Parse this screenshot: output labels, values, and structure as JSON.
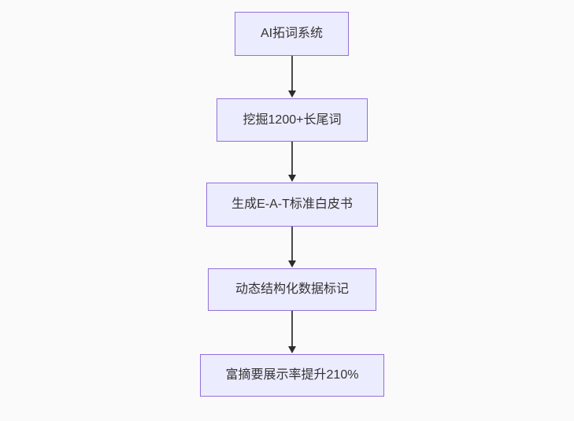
{
  "diagram": {
    "type": "flowchart",
    "direction": "top-down",
    "colors": {
      "background": "#fafafa",
      "node_fill": "#ececff",
      "node_border": "#9370db",
      "node_text": "#333333",
      "edge_line": "#4a4a4a",
      "arrowhead": "#2b2b2b"
    },
    "nodes": [
      {
        "label": "AI拓词系统"
      },
      {
        "label": "挖掘1200+长尾词"
      },
      {
        "label": "生成E-A-T标准白皮书"
      },
      {
        "label": "动态结构化数据标记"
      },
      {
        "label": "富摘要展示率提升210%"
      }
    ],
    "edges": [
      {
        "from": "AI拓词系统",
        "to": "挖掘1200+长尾词"
      },
      {
        "from": "挖掘1200+长尾词",
        "to": "生成E-A-T标准白皮书"
      },
      {
        "from": "生成E-A-T标准白皮书",
        "to": "动态结构化数据标记"
      },
      {
        "from": "动态结构化数据标记",
        "to": "富摘要展示率提升210%"
      }
    ]
  }
}
